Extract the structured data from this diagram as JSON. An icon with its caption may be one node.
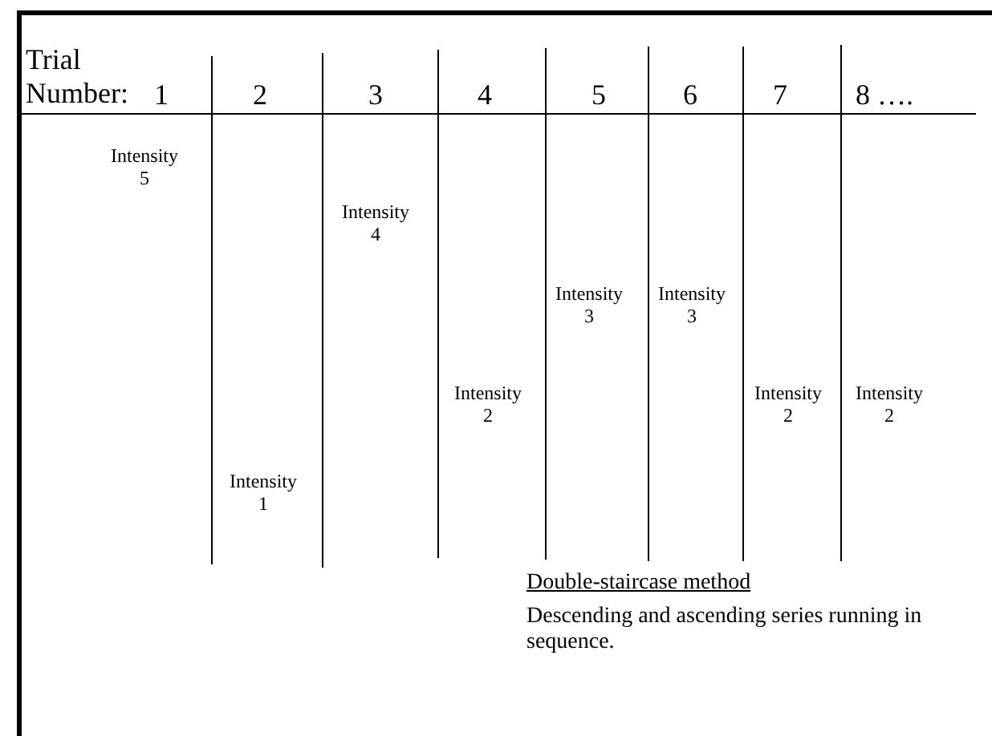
{
  "diagram": {
    "labels": [
      "Trial Number:",
      "1",
      "2",
      "3",
      "4",
      "5",
      "6",
      "7",
      "8 ….",
      "Intensity 5",
      "Intensity 4",
      "Intensity 3",
      "Intensity 3",
      "Intensity 2",
      "Intensity 2",
      "Intensity 2",
      "Intensity 1",
      "Double-staircase method",
      "Descending and ascending series running in sequence."
    ]
  }
}
